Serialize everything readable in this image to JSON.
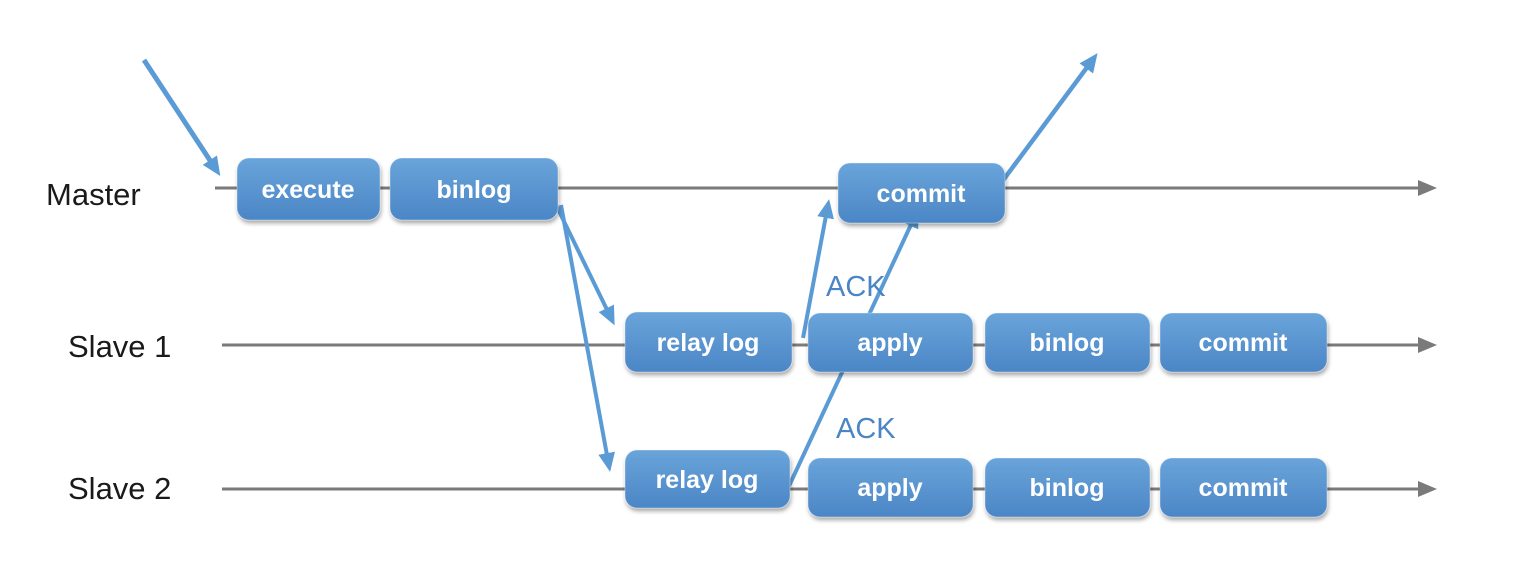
{
  "diagram": {
    "rows": [
      {
        "label": "Master",
        "boxes": [
          "execute",
          "binlog",
          "commit"
        ]
      },
      {
        "label": "Slave 1",
        "boxes": [
          "relay log",
          "apply",
          "binlog",
          "commit"
        ]
      },
      {
        "label": "Slave 2",
        "boxes": [
          "relay log",
          "apply",
          "binlog",
          "commit"
        ]
      }
    ],
    "annotations": {
      "ack_slave1": "ACK",
      "ack_slave2": "ACK"
    },
    "colors": {
      "box_blue_top": "#69a4da",
      "box_blue_bottom": "#4b86c6",
      "arrow_blue": "#5b9bd5",
      "timeline_gray": "#7a7a7a",
      "ack_text_blue": "#4a86c6",
      "label_black": "#1a1a1a"
    }
  }
}
